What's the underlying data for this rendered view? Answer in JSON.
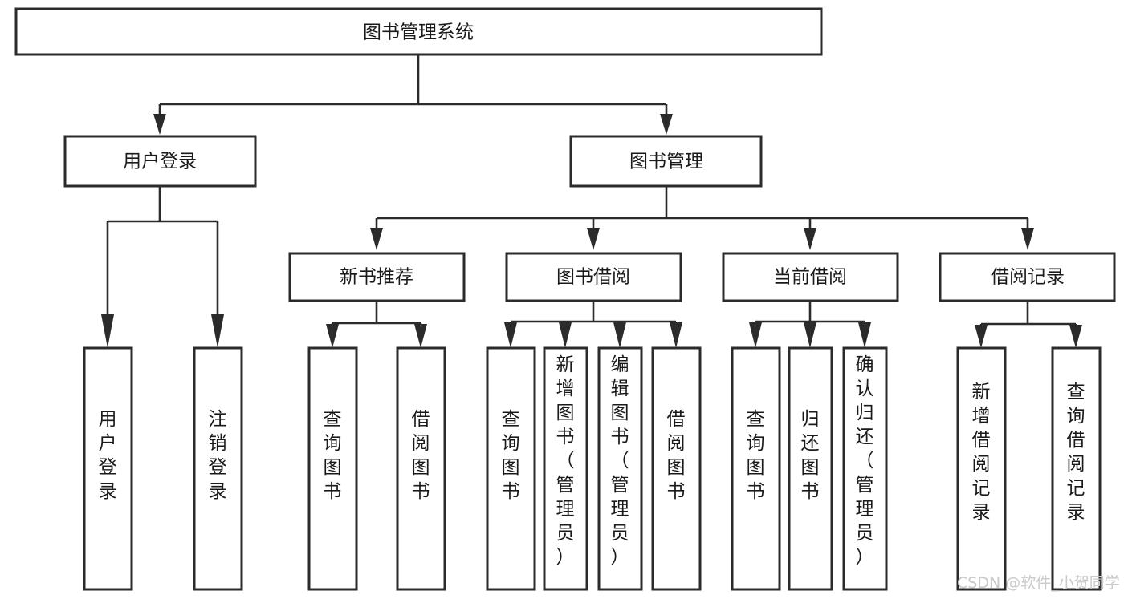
{
  "diagram": {
    "title": "图书管理系统",
    "type": "tree-hierarchy-chart",
    "root": {
      "id": "root",
      "label": "图书管理系统",
      "orientation": "horizontal"
    },
    "level1": [
      {
        "id": "user-login",
        "label": "用户登录",
        "orientation": "horizontal"
      },
      {
        "id": "book-management",
        "label": "图书管理",
        "orientation": "horizontal"
      }
    ],
    "level2": [
      {
        "id": "new-book-recommend",
        "label": "新书推荐",
        "orientation": "horizontal",
        "parent": "book-management"
      },
      {
        "id": "book-borrow",
        "label": "图书借阅",
        "orientation": "horizontal",
        "parent": "book-management"
      },
      {
        "id": "current-borrow",
        "label": "当前借阅",
        "orientation": "horizontal",
        "parent": "book-management"
      },
      {
        "id": "borrow-record",
        "label": "借阅记录",
        "orientation": "horizontal",
        "parent": "book-management"
      }
    ],
    "leaves": [
      {
        "id": "leaf-user-login",
        "parent": "user-login",
        "orientation": "vertical",
        "lines": [
          "用",
          "户",
          "登",
          "录"
        ],
        "label": "用户登录"
      },
      {
        "id": "leaf-logout-login",
        "parent": "user-login",
        "orientation": "vertical",
        "lines": [
          "注",
          "销",
          "登",
          "录"
        ],
        "label": "注销登录"
      },
      {
        "id": "leaf-query-book-1",
        "parent": "new-book-recommend",
        "orientation": "vertical",
        "lines": [
          "查",
          "询",
          "图",
          "书"
        ],
        "label": "查询图书"
      },
      {
        "id": "leaf-borrow-book-1",
        "parent": "new-book-recommend",
        "orientation": "vertical",
        "lines": [
          "借",
          "阅",
          "图",
          "书"
        ],
        "label": "借阅图书"
      },
      {
        "id": "leaf-query-book-2",
        "parent": "book-borrow",
        "orientation": "vertical",
        "lines": [
          "查",
          "询",
          "图",
          "书"
        ],
        "label": "查询图书"
      },
      {
        "id": "leaf-add-book-admin",
        "parent": "book-borrow",
        "orientation": "vertical",
        "lines": [
          "新",
          "增",
          "图",
          "书",
          "（",
          "管",
          "理",
          "员",
          "）"
        ],
        "label": "新增图书（管理员）"
      },
      {
        "id": "leaf-edit-book-admin",
        "parent": "book-borrow",
        "orientation": "vertical",
        "lines": [
          "编",
          "辑",
          "图",
          "书",
          "（",
          "管",
          "理",
          "员",
          "）"
        ],
        "label": "编辑图书（管理员）"
      },
      {
        "id": "leaf-borrow-book-2",
        "parent": "book-borrow",
        "orientation": "vertical",
        "lines": [
          "借",
          "阅",
          "图",
          "书"
        ],
        "label": "借阅图书"
      },
      {
        "id": "leaf-query-book-3",
        "parent": "current-borrow",
        "orientation": "vertical",
        "lines": [
          "查",
          "询",
          "图",
          "书"
        ],
        "label": "查询图书"
      },
      {
        "id": "leaf-return-book",
        "parent": "current-borrow",
        "orientation": "vertical",
        "lines": [
          "归",
          "还",
          "图",
          "书"
        ],
        "label": "归还图书"
      },
      {
        "id": "leaf-confirm-return-admin",
        "parent": "current-borrow",
        "orientation": "vertical",
        "lines": [
          "确",
          "认",
          "归",
          "还",
          "（",
          "管",
          "理",
          "员",
          "）"
        ],
        "label": "确认归还（管理员）"
      },
      {
        "id": "leaf-add-borrow-record",
        "parent": "borrow-record",
        "orientation": "vertical",
        "lines": [
          "新",
          "增",
          "借",
          "阅",
          "记",
          "录"
        ],
        "label": "新增借阅记录"
      },
      {
        "id": "leaf-query-borrow-record",
        "parent": "borrow-record",
        "orientation": "vertical",
        "lines": [
          "查",
          "询",
          "借",
          "阅",
          "记",
          "录"
        ],
        "label": "查询借阅记录"
      }
    ],
    "watermark": "CSDN @软件_小贺同学",
    "colors": {
      "stroke": "#2b2b2b",
      "fill": "#ffffff",
      "text": "#1a1a1a",
      "watermark": "#c9c9c9",
      "background": "#ffffff"
    }
  }
}
